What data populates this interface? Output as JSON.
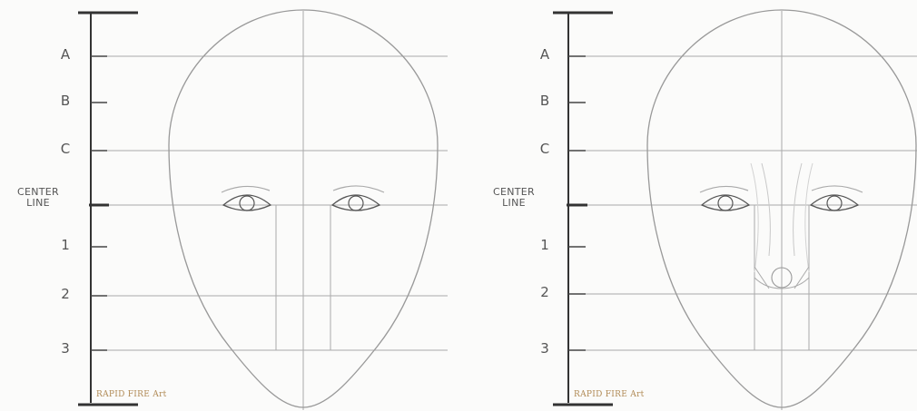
{
  "labels": {
    "a": "A",
    "b": "B",
    "c": "C",
    "center_line": "CENTER LINE",
    "one": "1",
    "two": "2",
    "three": "3"
  },
  "watermark": "RAPID FIRE Art",
  "colors": {
    "pencil": "#8f8f8f",
    "pencil_light": "#b5b5b5",
    "pencil_dark": "#333333",
    "watermark": "#b08a55"
  }
}
